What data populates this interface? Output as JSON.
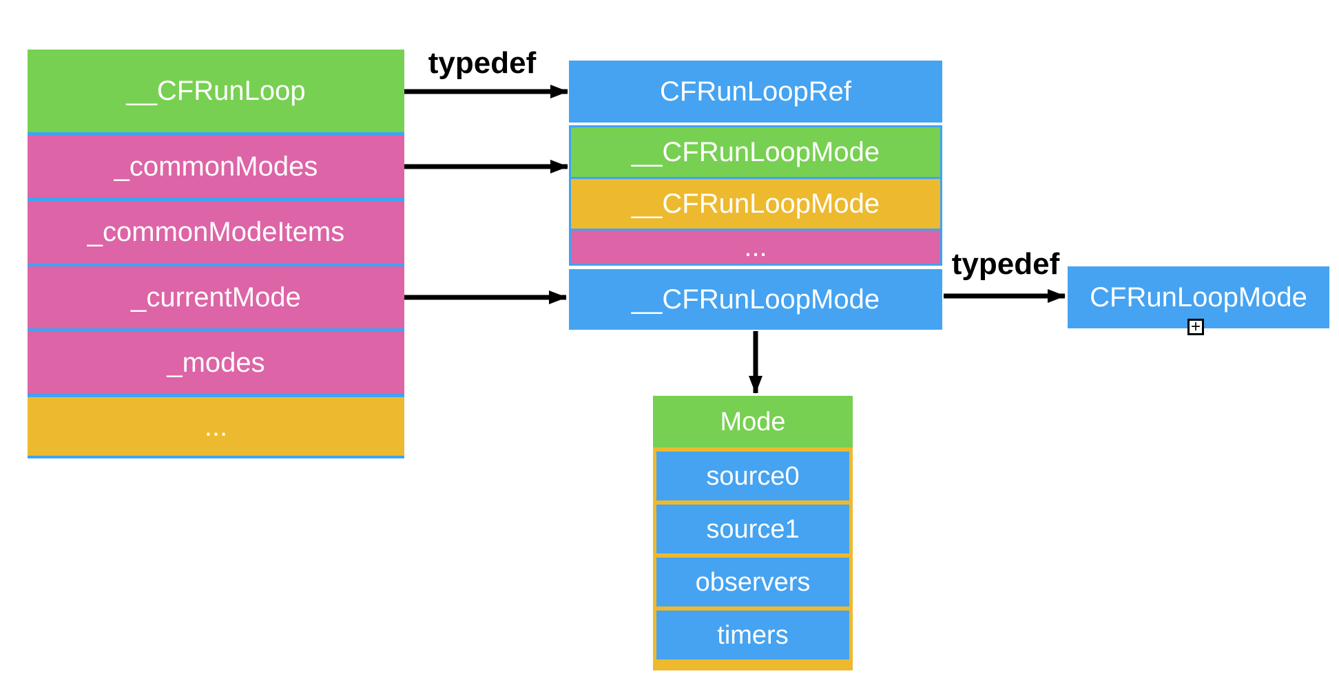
{
  "colors": {
    "background": "#ffffff",
    "green": "#77D052",
    "pink": "#DD64A6",
    "orange": "#EDB92F",
    "blue": "#45A3F1",
    "separator": "#3FA3F2",
    "arrow": "#000000",
    "label_text": "#ffffff",
    "typedef_text": "#000000"
  },
  "icons": {
    "plus": "+"
  },
  "left_struct": {
    "rows": [
      {
        "label": "__CFRunLoop"
      },
      {
        "label": "_commonModes"
      },
      {
        "label": "_commonModeItems"
      },
      {
        "label": "_currentMode"
      },
      {
        "label": "_modes"
      },
      {
        "label": "..."
      }
    ]
  },
  "middle": {
    "ref_label": "CFRunLoopRef",
    "modes_group": {
      "rows": [
        {
          "label": "__CFRunLoopMode"
        },
        {
          "label": "__CFRunLoopMode"
        },
        {
          "label": "..."
        }
      ]
    },
    "mode_struct_label": "__CFRunLoopMode"
  },
  "right": {
    "label": "CFRunLoopMode"
  },
  "mode_stack": {
    "header": "Mode",
    "rows": [
      {
        "label": "source0"
      },
      {
        "label": "source1"
      },
      {
        "label": "observers"
      },
      {
        "label": "timers"
      }
    ]
  },
  "edges": {
    "typedef_top": "typedef",
    "typedef_right": "typedef"
  }
}
